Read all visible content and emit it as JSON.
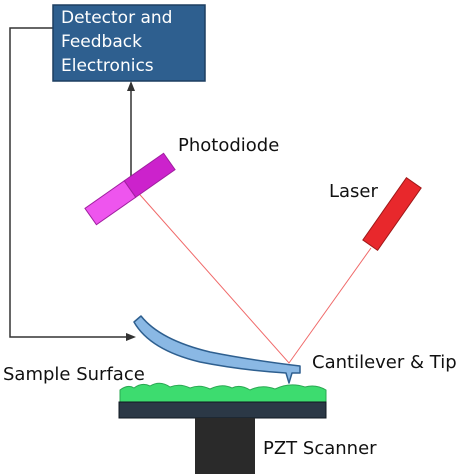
{
  "diagram": {
    "detector_box": {
      "lines": [
        "Detector and",
        "Feedback",
        "Electronics"
      ],
      "fill_color": "#2e5f8f",
      "text_color": "#ffffff"
    },
    "labels": {
      "photodiode": "Photodiode",
      "laser": "Laser",
      "sample_surface": "Sample Surface",
      "cantilever_tip": "Cantilever & Tip",
      "pzt_scanner": "PZT Scanner"
    },
    "colors": {
      "laser_body": "#e8282c",
      "laser_beam": "#f06a6a",
      "photodiode_light": "#ee55ee",
      "photodiode_dark": "#cc22cc",
      "cantilever": "#8ab8e4",
      "sample": "#3ddc6f",
      "stage": "#2b3846",
      "scanner": "#2a2a2a",
      "wires": "#333333"
    }
  }
}
